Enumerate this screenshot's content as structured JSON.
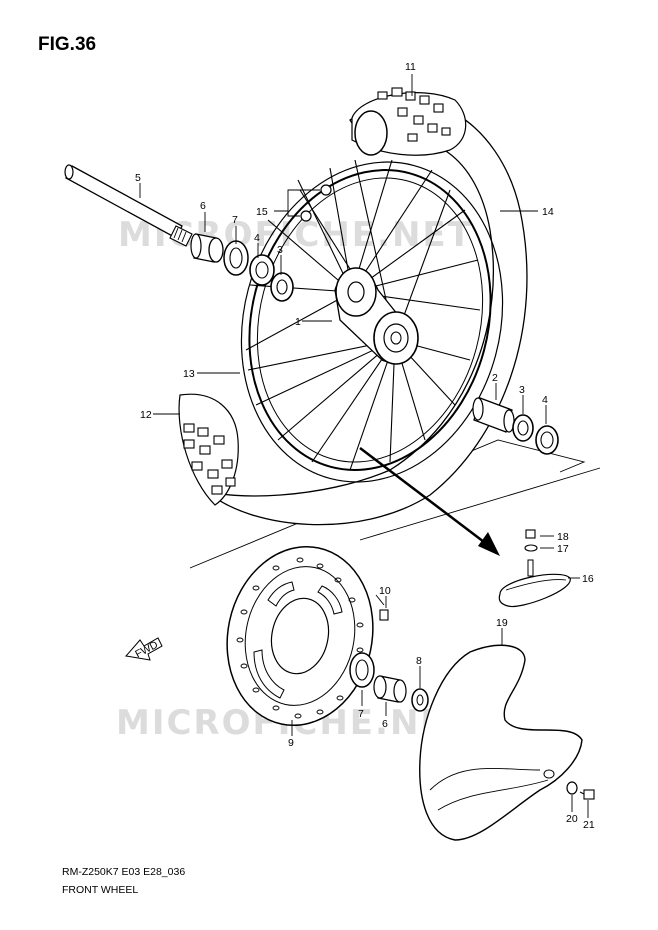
{
  "figure": {
    "title": "FIG.36",
    "watermark": "MICROFICHE.NET",
    "model_code": "RM-Z250K7 E03 E28_036",
    "subtitle": "FRONT WHEEL",
    "fwd_label": "FWD"
  },
  "callouts": [
    "1",
    "2",
    "3",
    "3",
    "4",
    "4",
    "5",
    "6",
    "6",
    "7",
    "7",
    "8",
    "9",
    "10",
    "11",
    "12",
    "13",
    "14",
    "15",
    "16",
    "17",
    "18",
    "19",
    "20",
    "21"
  ]
}
